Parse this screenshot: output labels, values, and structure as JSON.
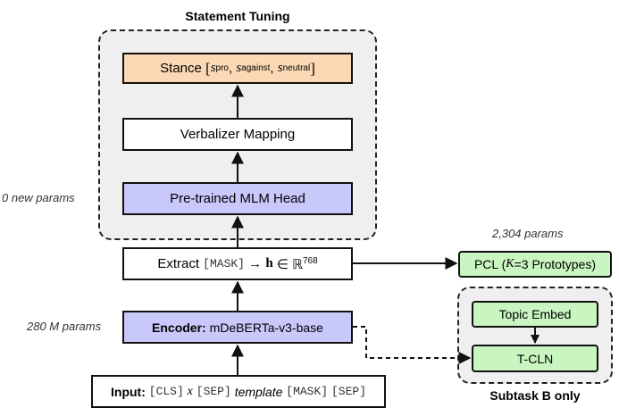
{
  "groups": {
    "statement_tuning": "Statement Tuning",
    "subtask_b": "Subtask B only"
  },
  "params": {
    "head": "0 new params",
    "encoder": "280 M params",
    "pcl": "2,304 params"
  },
  "stance": {
    "label": "Stance",
    "open": "[",
    "s1": "s",
    "s1_sub": "pro",
    "s2": "s",
    "s2_sub": "against",
    "s3": "s",
    "s3_sub": "neutral",
    "sep": ",",
    "close": "]"
  },
  "verbalizer": "Verbalizer Mapping",
  "mlm_head": "Pre-trained MLM Head",
  "extract": {
    "label": "Extract",
    "mask": "[MASK]",
    "arrow": "→",
    "h": "h",
    "in": "∈",
    "R": "ℝ",
    "dim": "768"
  },
  "encoder": {
    "bold": "Encoder:",
    "name": "mDeBERTa-v3-base"
  },
  "input": {
    "bold": "Input:",
    "cls": "[CLS]",
    "x": "x",
    "sep": "[SEP]",
    "template": "template",
    "mask": "[MASK]",
    "sep2": "[SEP]"
  },
  "pcl": {
    "label": "PCL (",
    "k": "K",
    "eq": "=3 Prototypes)"
  },
  "topic_embed": "Topic Embed",
  "tcln": "T-CLN",
  "colors": {
    "stance_fill": "#fbd9b4",
    "mlm_fill": "#c9c8fb",
    "encoder_fill": "#c9c8fb",
    "green_fill": "#c8f5c0",
    "group_bg": "#efefef"
  }
}
